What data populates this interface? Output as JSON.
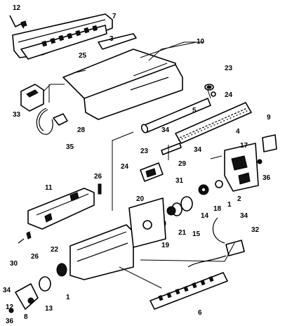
{
  "callouts": [
    {
      "id": "c12a",
      "text": "12"
    },
    {
      "id": "c7",
      "text": "7"
    },
    {
      "id": "c3",
      "text": "3"
    },
    {
      "id": "c10",
      "text": "10"
    },
    {
      "id": "c25",
      "text": "25"
    },
    {
      "id": "c23a",
      "text": "23"
    },
    {
      "id": "c24a",
      "text": "24"
    },
    {
      "id": "c33",
      "text": "33"
    },
    {
      "id": "c5",
      "text": "5"
    },
    {
      "id": "c28",
      "text": "28"
    },
    {
      "id": "c35",
      "text": "35"
    },
    {
      "id": "c9",
      "text": "9"
    },
    {
      "id": "c4",
      "text": "4"
    },
    {
      "id": "c34a",
      "text": "34"
    },
    {
      "id": "c23b",
      "text": "23"
    },
    {
      "id": "c17",
      "text": "17"
    },
    {
      "id": "c34b",
      "text": "34"
    },
    {
      "id": "c29",
      "text": "29"
    },
    {
      "id": "c24b",
      "text": "24"
    },
    {
      "id": "c26a",
      "text": "26"
    },
    {
      "id": "c36a",
      "text": "36"
    },
    {
      "id": "c31",
      "text": "31"
    },
    {
      "id": "c2",
      "text": "2"
    },
    {
      "id": "c11",
      "text": "11"
    },
    {
      "id": "c20",
      "text": "20"
    },
    {
      "id": "c1a",
      "text": "1"
    },
    {
      "id": "c18",
      "text": "18"
    },
    {
      "id": "c14",
      "text": "14"
    },
    {
      "id": "c15",
      "text": "15"
    },
    {
      "id": "c34c",
      "text": "34"
    },
    {
      "id": "c21",
      "text": "21"
    },
    {
      "id": "c32",
      "text": "32"
    },
    {
      "id": "c19",
      "text": "19"
    },
    {
      "id": "c30",
      "text": "30"
    },
    {
      "id": "c26b",
      "text": "26"
    },
    {
      "id": "c22",
      "text": "22"
    },
    {
      "id": "c1b",
      "text": "1"
    },
    {
      "id": "c34d",
      "text": "34"
    },
    {
      "id": "c13",
      "text": "13"
    },
    {
      "id": "c12b",
      "text": "12"
    },
    {
      "id": "c8",
      "text": "8"
    },
    {
      "id": "c36b",
      "text": "36"
    },
    {
      "id": "c6",
      "text": "6"
    }
  ]
}
